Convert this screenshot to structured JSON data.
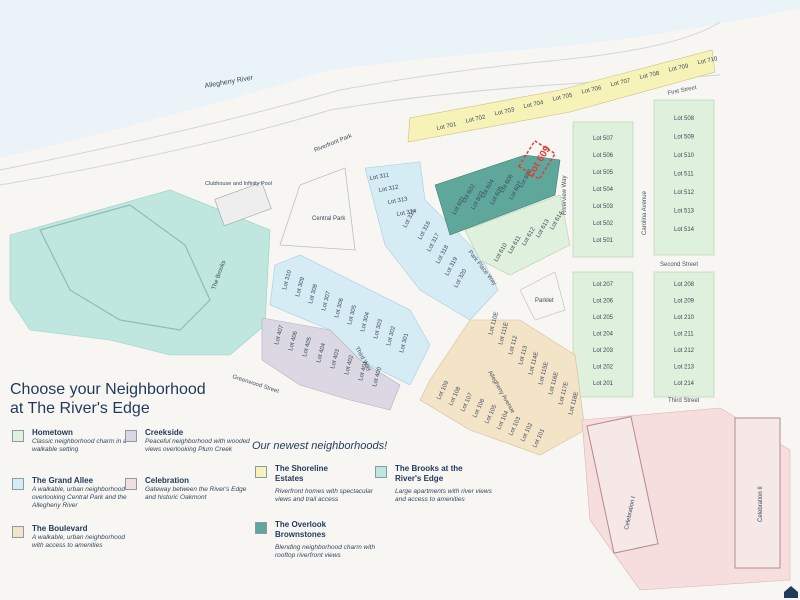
{
  "map": {
    "river_label": "Allegheny River",
    "park_labels": {
      "riverfront": "Riverfront Park",
      "central": "Central Park",
      "clubhouse": "Clubhouse and Infinity Pool",
      "parklet": "Parklet"
    },
    "streets": {
      "first": "First Street",
      "second": "Second Street",
      "third": "Third Street",
      "riverview": "Riverview Way",
      "carolina": "Carolina Avenue",
      "park_place": "Park Place Way",
      "allegheny": "Allegheny Avenue",
      "greenwood": "Greenwood Street",
      "third_way": "Third Way"
    },
    "buildings": {
      "brooks": "The Brooks",
      "celebration_1": "Celebration I",
      "celebration_2": "Celebration II"
    },
    "highlight_lot": "Lot 609",
    "lots": {
      "shoreline": [
        "Lot 701",
        "Lot 702",
        "Lot 703",
        "Lot 704",
        "Lot 705",
        "Lot 706",
        "Lot 707",
        "Lot 708",
        "Lot 709",
        "Lot 710"
      ],
      "overlook": [
        "Lot 601",
        "Lot 602",
        "Lot 603",
        "Lot 604",
        "Lot 605",
        "Lot 606",
        "Lot 607",
        "Lot 608"
      ],
      "hometown_east_a": [
        "Lot 507",
        "Lot 506",
        "Lot 505",
        "Lot 504",
        "Lot 503",
        "Lot 502",
        "Lot 501"
      ],
      "hometown_east_b": [
        "Lot 508",
        "Lot 509",
        "Lot 510",
        "Lot 511",
        "Lot 512",
        "Lot 513",
        "Lot 514"
      ],
      "hometown_mid_a": [
        "Lot 207",
        "Lot 206",
        "Lot 205",
        "Lot 204",
        "Lot 203",
        "Lot 202",
        "Lot 201"
      ],
      "hometown_mid_b": [
        "Lot 208",
        "Lot 209",
        "Lot 210",
        "Lot 211",
        "Lot 212",
        "Lot 213",
        "Lot 214"
      ],
      "hometown_wedge": [
        "Lot 610",
        "Lot 611",
        "Lot 612",
        "Lot 613",
        "Lot 614"
      ],
      "grand_allee_north": [
        "Lot 311",
        "Lot 312",
        "Lot 313",
        "Lot 314",
        "Lot 315",
        "Lot 316",
        "Lot 317",
        "Lot 318",
        "Lot 319",
        "Lot 320"
      ],
      "grand_allee_south": [
        "Lot 310",
        "Lot 309",
        "Lot 308",
        "Lot 307",
        "Lot 306",
        "Lot 305",
        "Lot 304",
        "Lot 303",
        "Lot 302",
        "Lot 301"
      ],
      "creekside": [
        "Lot 407",
        "Lot 406",
        "Lot 405",
        "Lot 404",
        "Lot 403",
        "Lot 402",
        "Lot 401",
        "Lot 400"
      ],
      "boulevard_a": [
        "Lot 109",
        "Lot 108",
        "Lot 107",
        "Lot 106",
        "Lot 105",
        "Lot 104",
        "Lot 103",
        "Lot 102",
        "Lot 101"
      ],
      "boulevard_b": [
        "Lot 110E",
        "Lot 111E",
        "Lot 112",
        "Lot 113",
        "Lot 114E",
        "Lot 115E",
        "Lot 116E",
        "Lot 117E",
        "Lot 118E"
      ]
    }
  },
  "legend": {
    "title_line1": "Choose your Neighborhood",
    "title_line2": "at The River's Edge",
    "newest": "Our newest neighborhoods!",
    "items": [
      {
        "name": "Hometown",
        "desc": "Classic neighborhood charm in a walkable setting",
        "color": "#dff0dc"
      },
      {
        "name": "The Grand Allee",
        "desc": "A walkable, urban neighborhood overlooking Central Park and the Allegheny River",
        "color": "#d6ecf5"
      },
      {
        "name": "The Boulevard",
        "desc": "A walkable, urban neighborhood with access to amenities",
        "color": "#f3e4c8"
      },
      {
        "name": "Creekside",
        "desc": "Peaceful neighborhood with wooded views overlooking Plum Creek",
        "color": "#dcd8e3"
      },
      {
        "name": "Celebration",
        "desc": "Gateway between the River's Edge and historic Oakmont",
        "color": "#f7dede"
      },
      {
        "name": "The Shoreline Estates",
        "desc": "Riverfront homes with spectacular views and trail access",
        "color": "#f7f3b8"
      },
      {
        "name": "The Overlook Brownstones",
        "desc": "Blending neighborhood charm with rooftop riverfront views",
        "color": "#5fa79a"
      },
      {
        "name": "The Brooks at the River's Edge",
        "desc": "Large apartments with river views and access to amenities",
        "color": "#bfe6df"
      }
    ]
  },
  "colors": {
    "river": "#e9f3f8",
    "shoreline": "#f7f3b8",
    "overlook": "#5fa79a",
    "hometown": "#dff0dc",
    "grand_allee": "#d6ecf5",
    "creekside": "#dcd8e3",
    "boulevard": "#f3e4c8",
    "celebration": "#f7dede",
    "brooks": "#bfe6df",
    "highlight": "#d9423a",
    "text": "#1f3a5a"
  }
}
